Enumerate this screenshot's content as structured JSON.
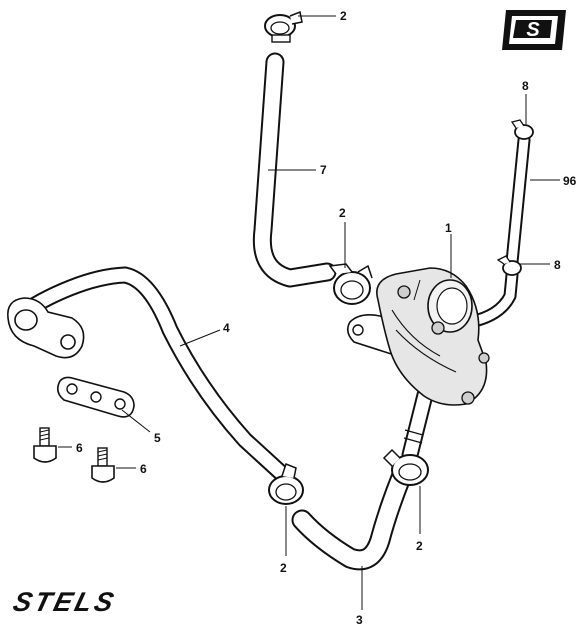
{
  "brand": {
    "wordmark": "STELS",
    "badge_letter": "S",
    "ink_color": "#111111"
  },
  "callouts": {
    "c1": "1",
    "c2a": "2",
    "c2b": "2",
    "c2c": "2",
    "c2d": "2",
    "c3": "3",
    "c4": "4",
    "c5": "5",
    "c6a": "6",
    "c6b": "6",
    "c7": "7",
    "c8a": "8",
    "c8b": "8",
    "c96": "96"
  }
}
